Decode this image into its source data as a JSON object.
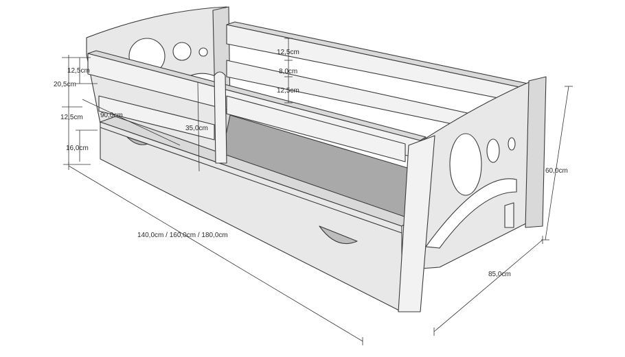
{
  "colors": {
    "background": "#ffffff",
    "panel": "#e8e8e8",
    "panel_dark": "#d9d9d9",
    "mattress_base": "#a9a9a9",
    "outline": "#3a3a3a"
  },
  "dimensions": {
    "length": "140,0cm / 160,0cm / 180,0cm",
    "width": "85,0cm",
    "height": "60,0cm",
    "front_rail_top": "12,5cm",
    "front_rail_span": "20,5cm",
    "front_rail_low": "12,5cm",
    "drawer_height": "16,0cm",
    "barrier_length": "90,0cm",
    "inner_depth": "35,0cm",
    "back_rail_top": "12,5cm",
    "back_rail_gap": "8,0cm",
    "back_rail_bottom": "12,5cm"
  }
}
